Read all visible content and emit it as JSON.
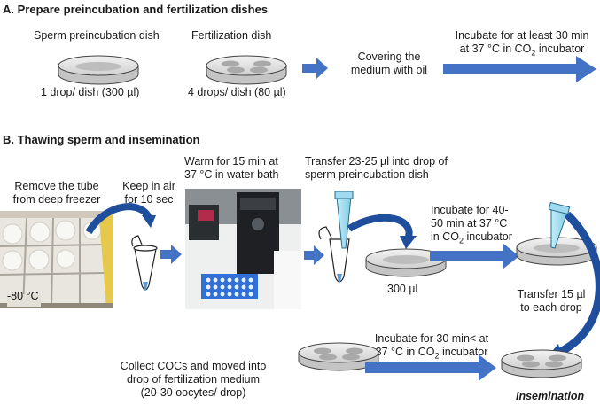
{
  "section_a": {
    "heading": "A. Prepare preincubation and fertilization dishes",
    "sperm_dish_label": "Sperm preincubation dish",
    "sperm_dish_volume": "1 drop/ dish (300 µl)",
    "fert_dish_label": "Fertilization dish",
    "fert_dish_volume": "4 drops/ dish (80 µl)",
    "covering_line1": "Covering the",
    "covering_line2": "medium with oil",
    "incubate_line1": "Incubate for at least 30 min",
    "incubate_line2_pre": "at 37 °C in CO",
    "incubate_line2_sub": "2",
    "incubate_line2_post": " incubator"
  },
  "section_b": {
    "heading": "B. Thawing sperm and insemination",
    "remove_line1": "Remove the tube",
    "remove_line2": "from deep freezer",
    "freezer_temp": "-80 °C",
    "keep_line1": "Keep in air",
    "keep_line2": "for 10 sec",
    "warm_line1": "Warm for 15 min at",
    "warm_line2": "37 °C in water bath",
    "transfer_line1": "Transfer 23-25 µl into drop of",
    "transfer_line2": "sperm preincubation dish",
    "volume_300": "300 µl",
    "incubate40_line1": "Incubate for 40-",
    "incubate40_line2": "50 min at 37 °C",
    "incubate40_line3_pre": "in CO",
    "incubate40_line3_sub": "2",
    "incubate40_line3_post": " incubator",
    "transfer15_line1": "Transfer 15 µl",
    "transfer15_line2": "to each drop",
    "collect_line1": "Collect COCs and moved into",
    "collect_line2": "drop of fertilization medium",
    "collect_line3": "(20-30 oocytes/ drop)",
    "incubate30_line1": "Incubate for 30 min< at",
    "incubate30_line2_pre": "37 °C in CO",
    "incubate30_line2_sub": "2",
    "incubate30_line2_post": " incubator",
    "insemination": "Insemination"
  },
  "colors": {
    "arrow_blue": "#4472c4",
    "dark_blue": "#1f4e9d",
    "dish_gray": "#c9c9c9",
    "tip_blue": "#9fdaf0"
  }
}
